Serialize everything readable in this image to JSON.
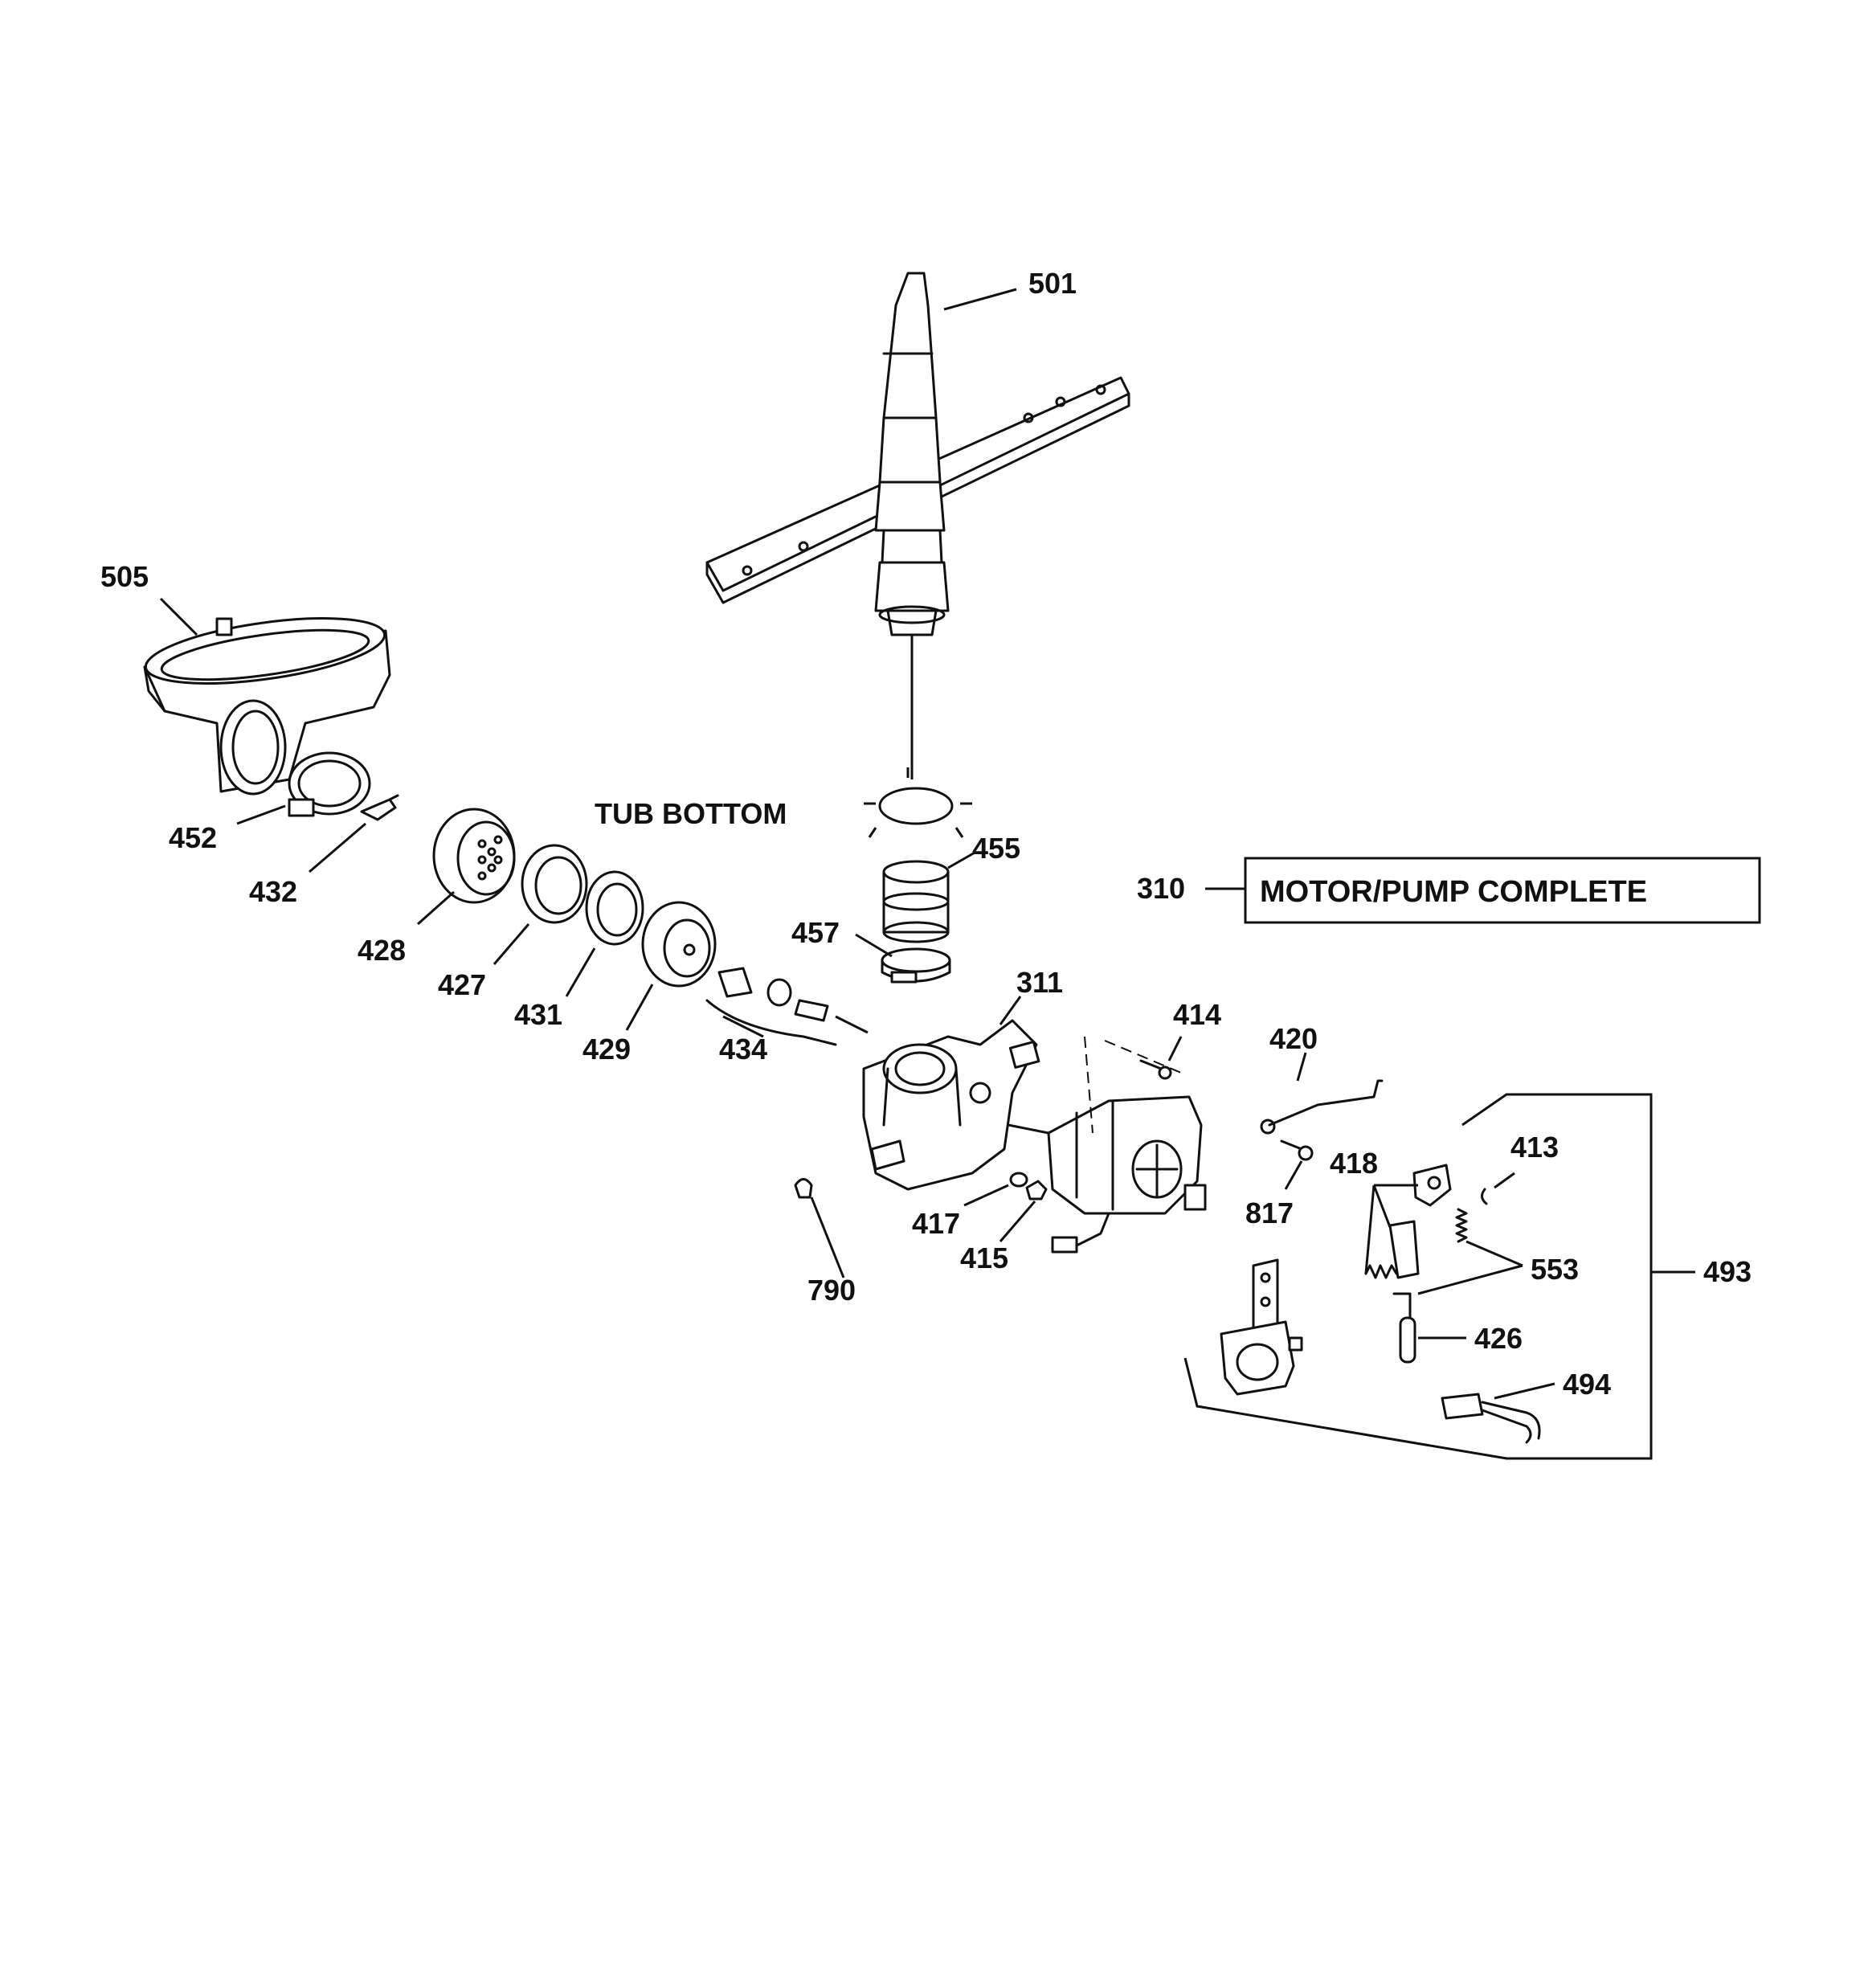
{
  "labels": {
    "p501": "501",
    "p505": "505",
    "p452": "452",
    "p432": "432",
    "p428": "428",
    "p427": "427",
    "p431": "431",
    "p429": "429",
    "p434": "434",
    "p455": "455",
    "p457": "457",
    "p311": "311",
    "p310": "310",
    "p414": "414",
    "p420": "420",
    "p413": "413",
    "p418": "418",
    "p817": "817",
    "p417": "417",
    "p415": "415",
    "p790": "790",
    "p553": "553",
    "p493": "493",
    "p426": "426",
    "p494": "494"
  },
  "tub_bottom_label": "TUB BOTTOM",
  "motor_pump_box_label": "MOTOR/PUMP COMPLETE"
}
